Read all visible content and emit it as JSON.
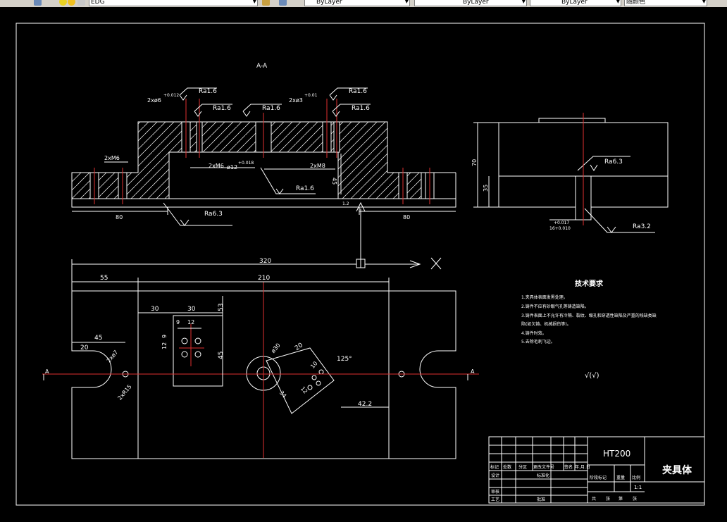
{
  "toolbar": {
    "layer_value": "EDG",
    "linetype_value": "ByLayer",
    "lineweight_value": "ByLayer",
    "linestyle_value": "ByLayer",
    "color_value": "随颜色"
  },
  "section_view": {
    "label": "A-A",
    "roughness_1": "Ra1.6",
    "roughness_2": "Ra1.6",
    "roughness_3": "Ra1.6",
    "roughness_4": "Ra1.6",
    "roughness_5": "Ra1.6",
    "roughness_6": "Ra1.6",
    "roughness_7": "Ra6.3",
    "dim_hole_left": "2xø6",
    "dim_hole_left_tol": "+0.012",
    "dim_hole_right": "2xø3",
    "dim_hole_right_tol": "+0.01",
    "dim_m6_left": "2xM6",
    "dim_m6_center": "2xM6",
    "dim_bore": "ø12",
    "dim_bore_tol": "+0.018",
    "dim_m8": "2xM8",
    "dim_45": "45",
    "dim_80_left": "80",
    "dim_80_right": "80",
    "dim_small": "1.2"
  },
  "side_view": {
    "roughness_1": "Ra6.3",
    "roughness_2": "Ra3.2",
    "dim_70": "70",
    "dim_35": "35",
    "dim_tol": "+0.017",
    "dim_tol2": "16+0.010"
  },
  "plan_view": {
    "dim_320": "320",
    "dim_55": "55",
    "dim_210": "210",
    "dim_45": "45",
    "dim_20a": "20",
    "dim_30a": "30",
    "dim_30b": "30",
    "dim_53": "53",
    "dim_9": "9",
    "dim_12": "12",
    "dim_9b": "9",
    "dim_12b": "12",
    "dim_45b": "45",
    "dim_2x07": "2xø7",
    "dim_r15": "2xR15",
    "dim_d30": "ø30",
    "dim_20b": "20",
    "dim_10": "10",
    "dim_125": "125°",
    "dim_34": "34",
    "dim_12c": "12",
    "dim_42": "42.2",
    "section_mark_left": "A",
    "section_mark_right": "A"
  },
  "tech_notes": {
    "title": "技术要求",
    "line_1": "1.夹具体表面发黑处理。",
    "line_2": "2.铸件不应有砂眼气孔等铸造缺陷。",
    "line_3": "3.铸件表面上不允许有冷隔、裂纹、缩孔和穿透性缺陷及严重的残缺类缺",
    "line_4": "陷(如欠铸、机械损伤等)。",
    "line_5": "4.铸件时效。",
    "line_6": "5.去除毛刺飞边。",
    "roughness_general": "√(√)"
  },
  "title_block": {
    "material": "HT200",
    "part_name": "夹具体",
    "scale": "1:1",
    "label_mark": "标记",
    "label_count": "处数",
    "label_zone": "分区",
    "label_doc": "更改文件号",
    "label_sign": "签名",
    "label_date": "年.月.日",
    "label_design": "设计",
    "label_standard": "标准化",
    "label_stage": "阶段标记",
    "label_weight": "重量",
    "label_ratio": "比例",
    "label_review": "审核",
    "label_process": "工艺",
    "label_approve": "批准",
    "label_total": "共",
    "label_sheet": "张",
    "label_of": "第",
    "label_sheet2": "张"
  }
}
